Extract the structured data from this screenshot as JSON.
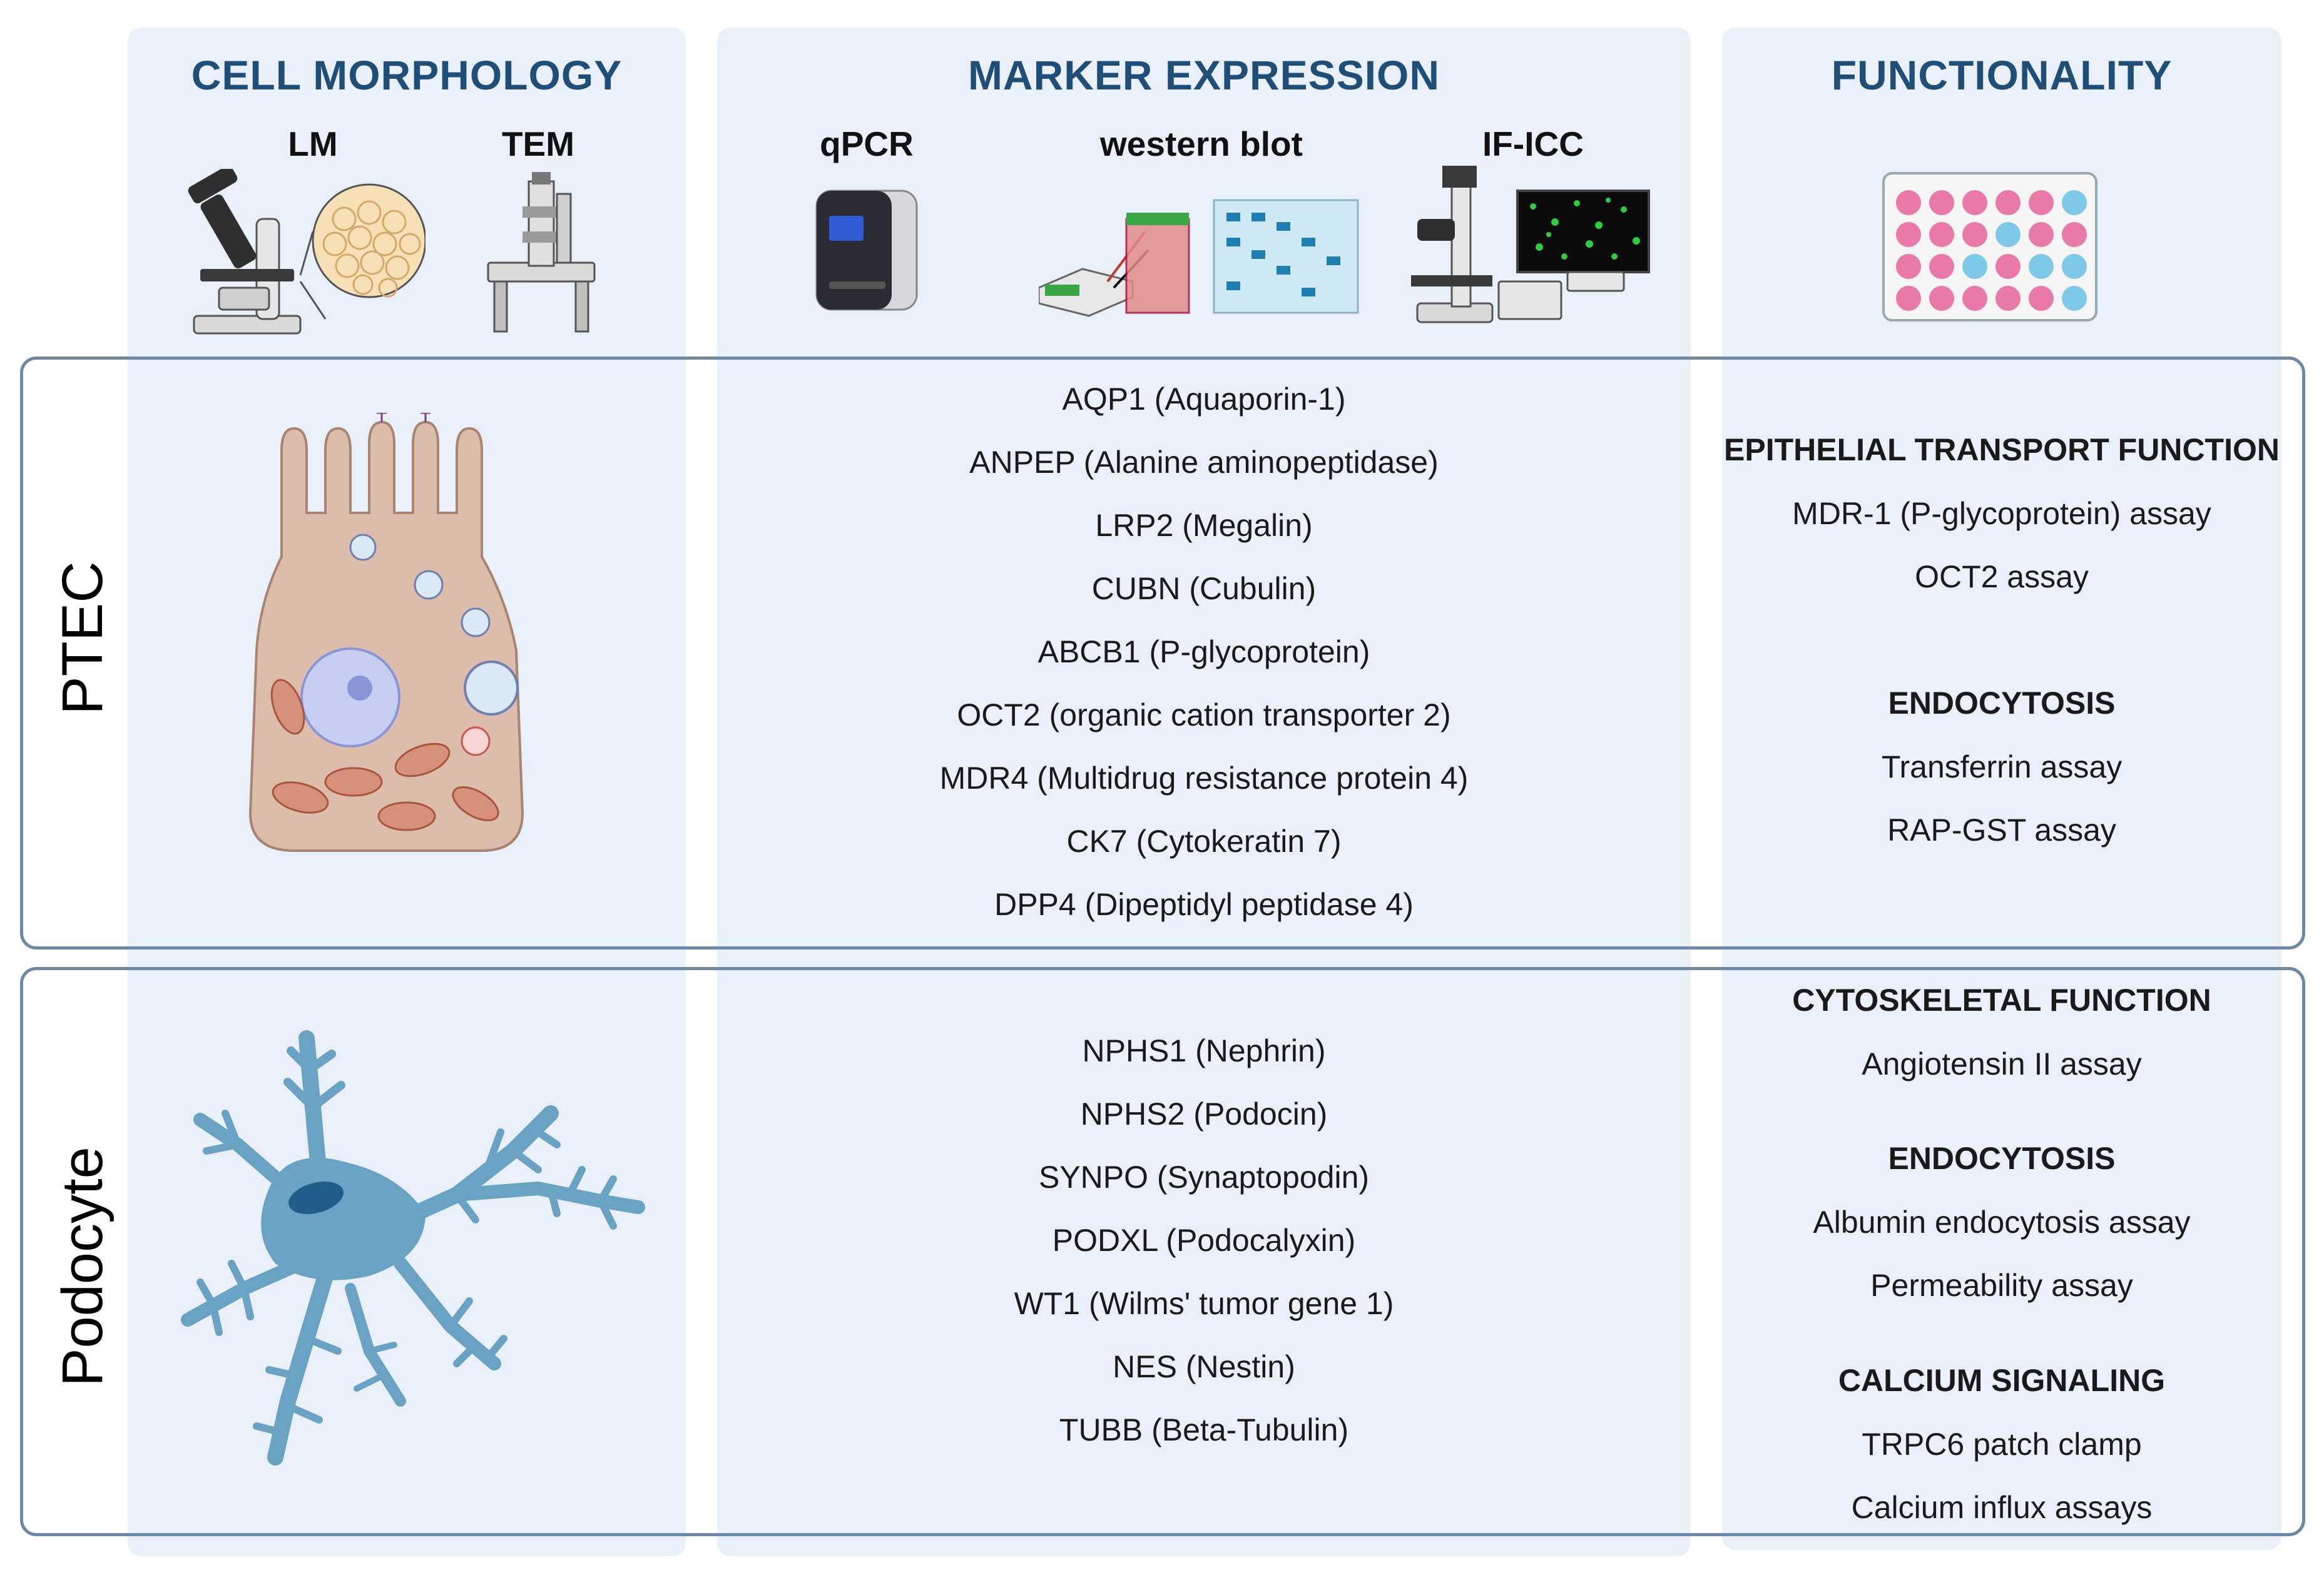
{
  "columns": {
    "morphology": {
      "title": "CELL MORPHOLOGY",
      "methods": [
        "LM",
        "TEM"
      ]
    },
    "marker": {
      "title": "MARKER EXPRESSION",
      "methods": [
        "qPCR",
        "western blot",
        "IF-ICC"
      ]
    },
    "functionality": {
      "title": "FUNCTIONALITY"
    }
  },
  "rows": {
    "ptec": {
      "label": "PTEC",
      "markers": [
        "AQP1 (Aquaporin-1)",
        "ANPEP (Alanine aminopeptidase)",
        "LRP2 (Megalin)",
        "CUBN (Cubulin)",
        "ABCB1 (P-glycoprotein)",
        "OCT2 (organic cation transporter 2)",
        "MDR4 (Multidrug resistance protein 4)",
        "CK7 (Cytokeratin 7)",
        "DPP4 (Dipeptidyl peptidase 4)"
      ],
      "functions": [
        {
          "heading": "EPITHELIAL TRANSPORT FUNCTION",
          "items": [
            "MDR-1 (P-glycoprotein) assay",
            "OCT2 assay"
          ]
        },
        {
          "heading": "ENDOCYTOSIS",
          "items": [
            "Transferrin  assay",
            "RAP-GST assay"
          ]
        }
      ]
    },
    "podocyte": {
      "label": "Podocyte",
      "markers": [
        "NPHS1 (Nephrin)",
        "NPHS2 (Podocin)",
        "SYNPO (Synaptopodin)",
        "PODXL (Podocalyxin)",
        "WT1 (Wilms' tumor gene 1)",
        "NES (Nestin)",
        "TUBB (Beta-Tubulin)"
      ],
      "functions": [
        {
          "heading": "CYTOSKELETAL FUNCTION",
          "items": [
            "Angiotensin II assay"
          ]
        },
        {
          "heading": "ENDOCYTOSIS",
          "items": [
            "Albumin endocytosis  assay",
            "Permeability assay"
          ]
        },
        {
          "heading": "CALCIUM SIGNALING",
          "items": [
            "TRPC6 patch clamp",
            "Calcium influx assays"
          ]
        }
      ]
    }
  },
  "icons": [
    "light-microscope-icon",
    "electron-microscope-icon",
    "qpcr-machine-icon",
    "western-blot-icon",
    "fluorescence-microscope-icon",
    "well-plate-icon",
    "ptec-cell-icon",
    "podocyte-cell-icon"
  ],
  "colors": {
    "title": "#1f4e79",
    "column_bg": "#eaf0fa",
    "row_border": "#6d87a6",
    "ptec_cell": "#dcbcaa",
    "podocyte": "#6aa2c4"
  }
}
